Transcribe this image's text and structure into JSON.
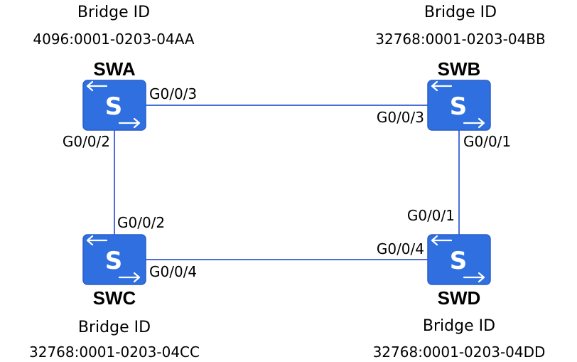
{
  "switches": {
    "swa": {
      "name": "SWA",
      "glyph": "S",
      "bid_title": "Bridge ID",
      "bid_value": "4096:0001-0203-04AA"
    },
    "swb": {
      "name": "SWB",
      "glyph": "S",
      "bid_title": "Bridge ID",
      "bid_value": "32768:0001-0203-04BB"
    },
    "swc": {
      "name": "SWC",
      "glyph": "S",
      "bid_title": "Bridge ID",
      "bid_value": "32768:0001-0203-04CC"
    },
    "swd": {
      "name": "SWD",
      "glyph": "S",
      "bid_title": "Bridge ID",
      "bid_value": "32768:0001-0203-04DD"
    }
  },
  "links": [
    {
      "from": "SWA",
      "from_port": "G0/0/3",
      "to": "SWB",
      "to_port": "G0/0/3"
    },
    {
      "from": "SWA",
      "from_port": "G0/0/2",
      "to": "SWC",
      "to_port": "G0/0/2"
    },
    {
      "from": "SWB",
      "from_port": "G0/0/1",
      "to": "SWD",
      "to_port": "G0/0/1"
    },
    {
      "from": "SWC",
      "from_port": "G0/0/4",
      "to": "SWD",
      "to_port": "G0/0/4"
    }
  ],
  "colors": {
    "switch_fill": "#2f6fe0",
    "link": "#4a6fd6"
  }
}
